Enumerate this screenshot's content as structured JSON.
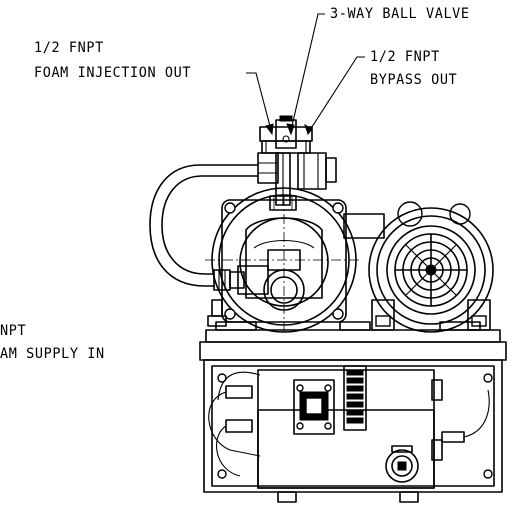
{
  "labels": {
    "valve": "3-WAY BALL VALVE",
    "injection_size": "1/2 FNPT",
    "injection_name": "FOAM INJECTION OUT",
    "bypass_size": "1/2 FNPT",
    "bypass_name": "BYPASS OUT",
    "supply_size": "NPT",
    "supply_name": "AM SUPPLY IN"
  },
  "colors": {
    "line": "#000000",
    "background": "#ffffff"
  }
}
